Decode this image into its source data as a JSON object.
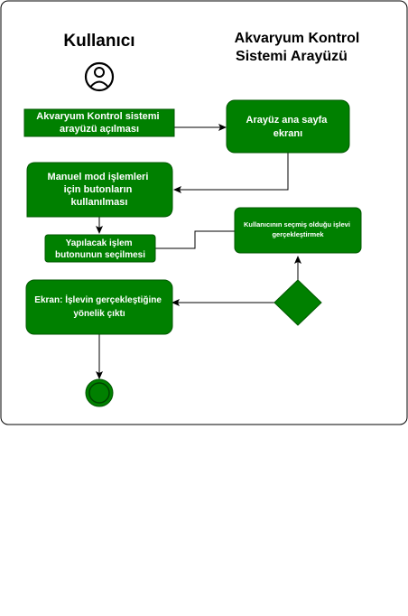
{
  "lanes": {
    "left_title": "Kullanıcı",
    "right_title_line1": "Akvaryum Kontrol",
    "right_title_line2": "Sistemi Arayüzü"
  },
  "nodes": {
    "open_interface": [
      "Akvaryum Kontrol sistemi",
      "arayüzü açılması"
    ],
    "home_screen": [
      "Arayüz ana sayfa",
      "ekranı"
    ],
    "manual_mode": [
      "Manuel mod işlemleri",
      "için butonların",
      "kullanılması"
    ],
    "select_button": [
      "Yapılacak işlem",
      "butonunun seçilmesi"
    ],
    "perform_function": [
      "Kullanıcının seçmiş olduğu işlevi",
      "gerçekleştirmek"
    ],
    "output_screen": [
      "Ekran: İşlevin gerçekleştiğine",
      "yönelik çıktı"
    ]
  },
  "colors": {
    "node_fill": "#008000",
    "node_stroke": "#005700",
    "text": "#ffffff",
    "line": "#000000"
  },
  "icons": {
    "actor": "user-icon",
    "decision": "decision-diamond",
    "end": "end-node"
  }
}
